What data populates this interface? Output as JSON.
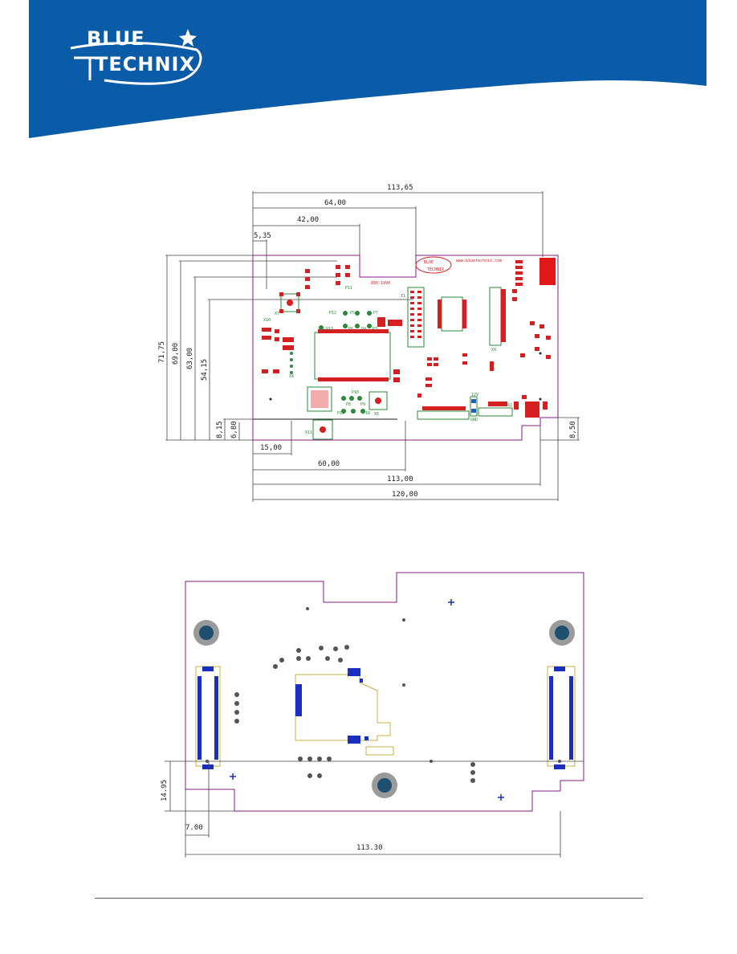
{
  "header": {
    "brand_line1": "BLUE",
    "brand_line2": "TECHNIX",
    "brand_color": "#0a5ca8",
    "text_color": "#ffffff"
  },
  "top_drawing": {
    "dimensions_top": [
      "113,65",
      "64,00",
      "42,00",
      "5,35"
    ],
    "dimensions_left": [
      "71,75",
      "69,00",
      "63,00",
      "54,15",
      "8,15",
      "6,80"
    ],
    "dimensions_bottom": [
      "15,00",
      "60,00",
      "113,00",
      "120,00"
    ],
    "dimension_right": "8,50",
    "board_url": "www.bluetechnix.com",
    "board_part_no": "850-1990",
    "labels": {
      "p11": "P11",
      "x1": "X1",
      "x7": "X7",
      "x10": "X10",
      "x4": "X4",
      "p5": "P5",
      "p7": "P7",
      "p12": "P12",
      "p6": "P6",
      "p4": "P4",
      "p3": "P3",
      "p13": "P13",
      "p10": "P10",
      "p8": "P8",
      "p9": "P9",
      "p19": "P19",
      "p18": "P18",
      "x6": "X6",
      "x11": "X11",
      "v12": "12V",
      "gnd": "GND",
      "x2": "X2",
      "x9": "X9"
    }
  },
  "bottom_drawing": {
    "dimension_left": "14.95",
    "dimension_small": "7.00",
    "dimension_bottom": "113.30"
  },
  "colors": {
    "outline": "#8b1a8b",
    "pad_red": "#d42020",
    "pad_blue": "#1a2fbf",
    "silk_green": "#2a8a3a",
    "silk_yellow": "#c8b040",
    "mount_hole": "#1f4f6f"
  }
}
